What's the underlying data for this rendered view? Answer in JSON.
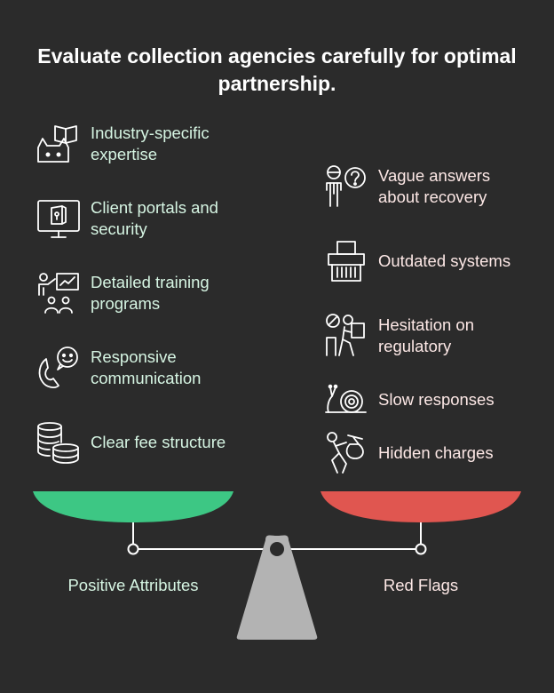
{
  "title": "Evaluate collection agencies carefully for optimal partnership.",
  "positive": {
    "caption": "Positive Attributes",
    "color": "#3dc784",
    "items": [
      {
        "label": "Industry-specific expertise",
        "icon": "industry-expert-icon"
      },
      {
        "label": "Client portals and security",
        "icon": "secure-portal-icon"
      },
      {
        "label": "Detailed training programs",
        "icon": "training-presentation-icon"
      },
      {
        "label": "Responsive communication",
        "icon": "phone-chat-icon"
      },
      {
        "label": "Clear fee structure",
        "icon": "coin-stack-icon"
      }
    ]
  },
  "negative": {
    "caption": "Red Flags",
    "color": "#e05650",
    "items": [
      {
        "label": "Vague answers about recovery",
        "icon": "confused-person-icon"
      },
      {
        "label": "Outdated systems",
        "icon": "paper-shredder-icon"
      },
      {
        "label": "Hesitation on regulatory",
        "icon": "hesitant-person-icon"
      },
      {
        "label": "Slow responses",
        "icon": "snail-icon"
      },
      {
        "label": "Hidden charges",
        "icon": "money-bag-thief-icon"
      }
    ]
  }
}
